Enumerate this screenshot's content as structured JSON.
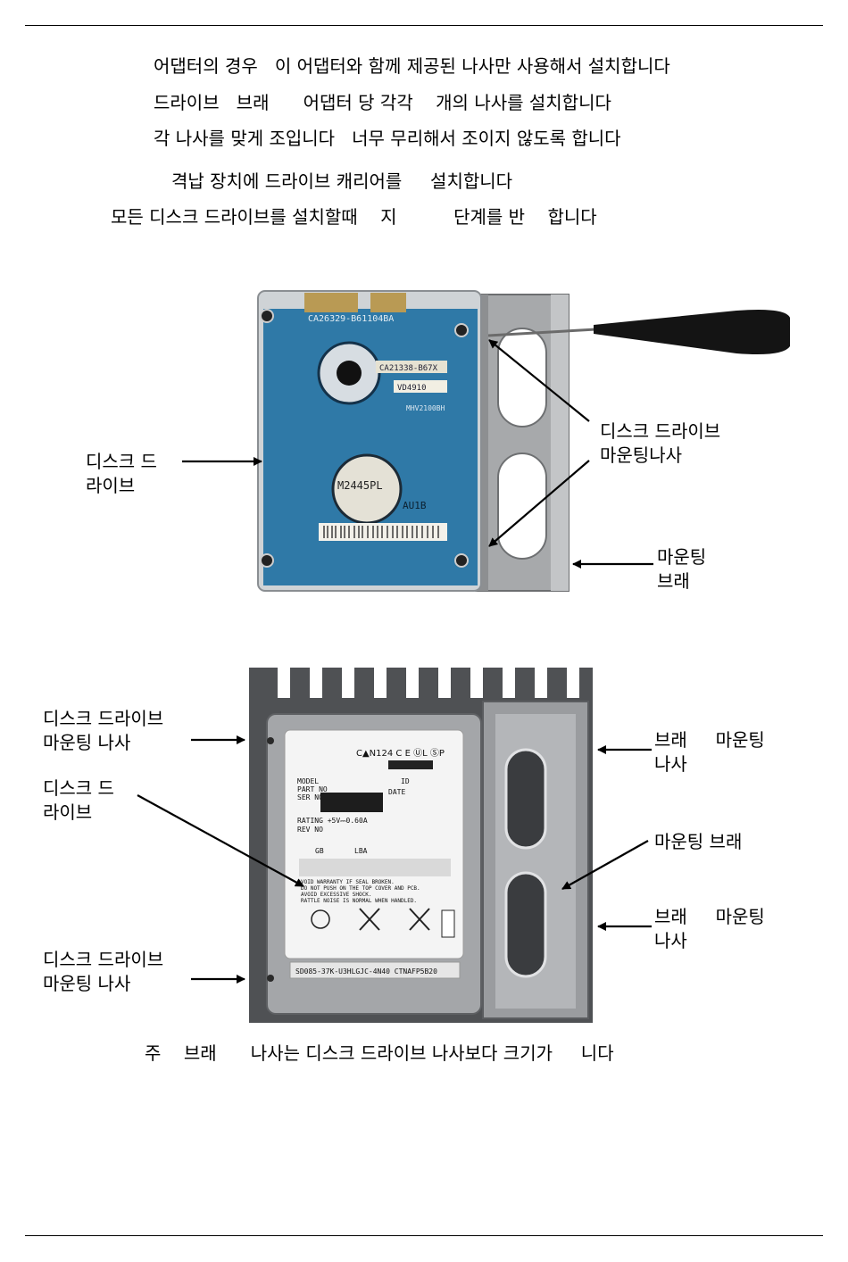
{
  "instructions": [
    "어댑터의 경우   이 어댑터와 함께 제공된 나사만 사용해서 설치합니다",
    "드라이브   브래      어댑터 당 각각    개의 나사를 설치합니다",
    "각 나사를 맞게 조입니다   너무 무리해서 조이지 않도록 합니다",
    "격납 장치에 드라이브 캐리어를     설치합니다",
    "모든 디스크 드라이브를 설치할때    지          단계를 반    합니다"
  ],
  "figure1": {
    "labels": {
      "disk_drive": "디스크 드\n라이브",
      "mounting_screw": "디스크 드라이브\n마운팅나사",
      "mounting_bracket": "마운팅\n브래"
    },
    "photo_text": {
      "connector_code": "CA26329-B61104BA",
      "model": "MHV2100BH",
      "part": "CA21338-B67X",
      "board": "VD4910",
      "chip": "M2445PL",
      "mark": "AU1B"
    }
  },
  "figure2": {
    "labels": {
      "screw_top": "디스크 드라이브\n마운팅 나사",
      "disk_drive": "디스크 드\n라이브",
      "screw_bottom": "디스크 드라이브\n마운팅 나사",
      "bracket_screw_top": "브래     마운팅\n나사",
      "bracket": "마운팅 브래",
      "bracket_screw_bottom": "브래     마운팅\n나사"
    },
    "photo_text": {
      "model": "MODEL",
      "part_no": "PART NO",
      "ser_no": "SER  NO",
      "id": "ID",
      "date": "DATE",
      "rating": "RATING +5V⎓0.60A",
      "rev_no": "REV NO",
      "gb": "GB",
      "lba": "LBA",
      "warn1": "VOID WARRANTY IF SEAL BROKEN.",
      "warn2": "DO NOT PUSH ON THE TOP COVER AND PCB.",
      "warn3": "AVOID EXCESSIVE SHOCK.",
      "warn4": "RATTLE NOISE IS NORMAL WHEN HANDLED.",
      "serial": "SD085-37K-U3HLGJC-4N40    CTNAFP5B20"
    }
  },
  "note": "주    브래      나사는 디스크 드라이브 나사보다 크기가     니다"
}
